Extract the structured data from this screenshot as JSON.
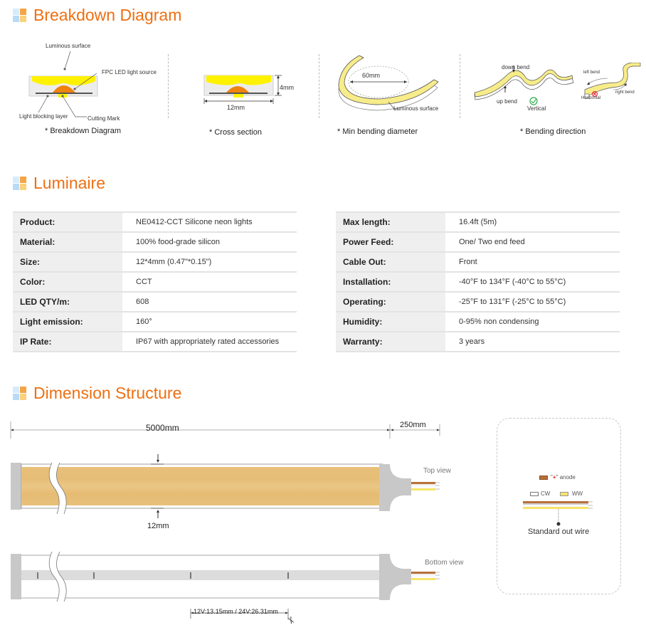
{
  "sections": {
    "breakdown": {
      "title": "Breakdown Diagram"
    },
    "luminaire": {
      "title": "Luminaire"
    },
    "dimension": {
      "title": "Dimension Structure"
    }
  },
  "breakdown": {
    "panel1": {
      "caption": "* Breakdown Diagram",
      "labels": {
        "luminous_surface": "Luminous surface",
        "fpc": "FPC LED light source",
        "light_blocking": "Light blocking layer",
        "cutting_mark": "Cutting Mark"
      }
    },
    "panel2": {
      "caption": "* Cross section",
      "height": "4mm",
      "width": "12mm"
    },
    "panel3": {
      "caption": "* Min bending diameter",
      "diameter": "60mm",
      "luminous_surface": "Luminous surface"
    },
    "panel4": {
      "caption": "* Bending direction",
      "down_bend": "down bend",
      "up_bend": "up bend",
      "vertical": "Vertical",
      "left_bend": "left bend",
      "right_bend": "right bend",
      "horizontal": "Horizontal"
    }
  },
  "luminaire": {
    "left": [
      {
        "key": "Product:",
        "value": "NE0412-CCT Silicone neon lights"
      },
      {
        "key": "Material:",
        "value": "100% food-grade silicon"
      },
      {
        "key": "Size:",
        "value": "12*4mm (0.47\"*0.15\")"
      },
      {
        "key": "Color:",
        "value": "CCT"
      },
      {
        "key": "LED QTY/m:",
        "value": "608"
      },
      {
        "key": "Light emission:",
        "value": "160°"
      },
      {
        "key": "IP Rate:",
        "value": "IP67 with appropriately rated accessories"
      }
    ],
    "right": [
      {
        "key": "Max length:",
        "value": "16.4ft (5m)"
      },
      {
        "key": "Power Feed:",
        "value": "One/ Two end feed"
      },
      {
        "key": "Cable Out:",
        "value": "Front"
      },
      {
        "key": "Installation:",
        "value": "-40°F to 134°F (-40°C to 55°C)"
      },
      {
        "key": "Operating:",
        "value": "-25°F to 131°F (-25°C to 55°C)"
      },
      {
        "key": "Humidity:",
        "value": "0-95% non condensing"
      },
      {
        "key": "Warranty:",
        "value": "3 years"
      }
    ]
  },
  "dimension": {
    "length": "5000mm",
    "cable_length": "250mm",
    "width": "12mm",
    "top_view": "Top view",
    "bottom_view": "Bottom view",
    "cut_unit": "12V:13.15mm / 24V:26.31mm",
    "wire_legend": {
      "anode_prefix": "\"",
      "anode_plus": "+",
      "anode_suffix": "\" anode",
      "cw": "CW",
      "ww": "WW",
      "standard": "Standard out wire"
    }
  },
  "colors": {
    "accent": "#ee6f12",
    "strip_top": "#e8c07a",
    "wire_brown": "#b9703a",
    "wire_yellow": "#f6e46a",
    "cap_gray": "#c8c8c8"
  }
}
